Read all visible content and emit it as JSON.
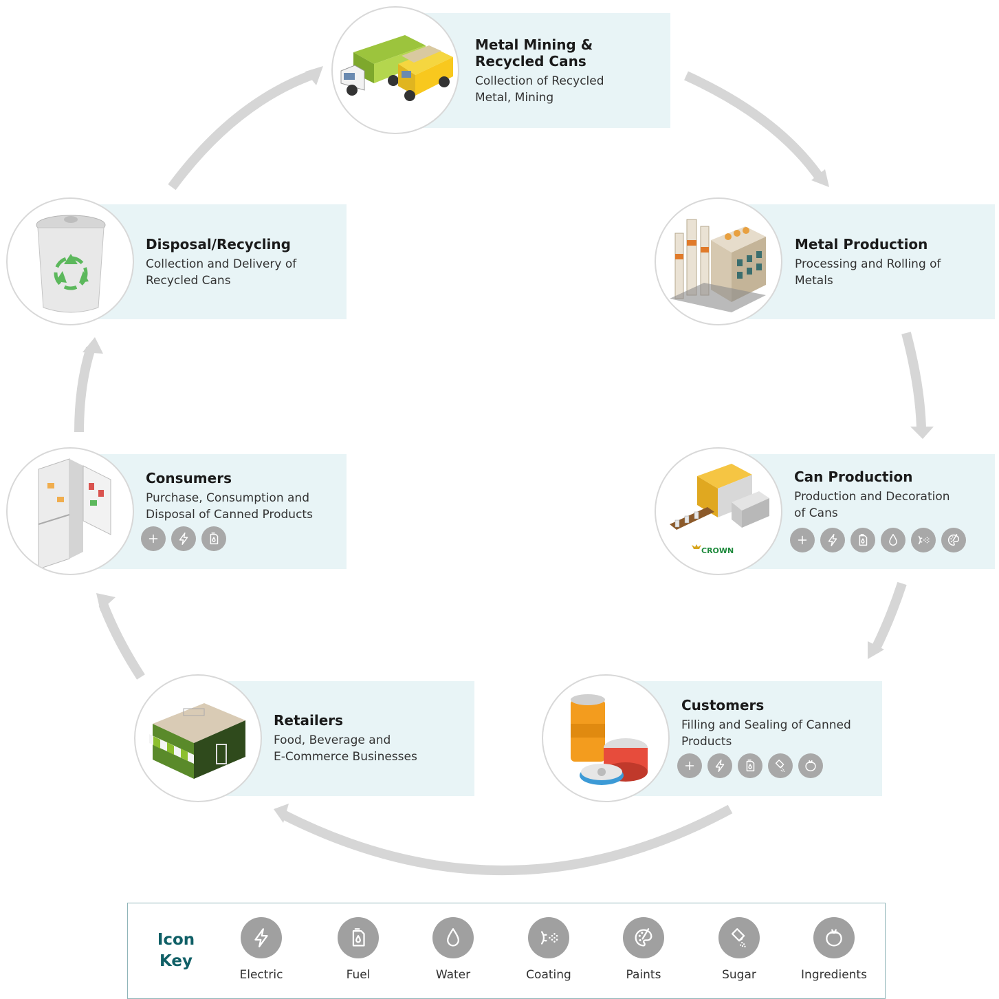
{
  "stages": {
    "mining": {
      "title_line1": "Metal Mining &",
      "title_line2": "Recycled Cans",
      "desc_line1": "Collection of Recycled",
      "desc_line2": "Metal, Mining"
    },
    "metal_production": {
      "title": "Metal Production",
      "desc_line1": "Processing and Rolling of",
      "desc_line2": "Metals"
    },
    "can_production": {
      "title": "Can Production",
      "desc_line1": "Production and Decoration",
      "desc_line2": "of Cans",
      "logo_text": "CROWN",
      "icons": [
        "plus-icon",
        "electric-icon",
        "fuel-icon",
        "water-icon",
        "coating-icon",
        "paints-icon"
      ]
    },
    "customers": {
      "title": "Customers",
      "desc_line1": "Filling and Sealing of Canned",
      "desc_line2": "Products",
      "icons": [
        "plus-icon",
        "electric-icon",
        "fuel-icon",
        "sugar-icon",
        "ingredients-icon"
      ]
    },
    "retailers": {
      "title": "Retailers",
      "desc_line1": "Food, Beverage and",
      "desc_line2": "E-Commerce Businesses"
    },
    "consumers": {
      "title": "Consumers",
      "desc_line1": "Purchase, Consumption and",
      "desc_line2": "Disposal of Canned Products",
      "icons": [
        "plus-icon",
        "electric-icon",
        "fuel-icon"
      ]
    },
    "disposal": {
      "title": "Disposal/Recycling",
      "desc_line1": "Collection and Delivery of",
      "desc_line2": "Recycled Cans"
    }
  },
  "icon_key": {
    "title_line1": "Icon",
    "title_line2": "Key",
    "items": [
      {
        "icon": "electric-icon",
        "label": "Electric"
      },
      {
        "icon": "fuel-icon",
        "label": "Fuel"
      },
      {
        "icon": "water-icon",
        "label": "Water"
      },
      {
        "icon": "coating-icon",
        "label": "Coating"
      },
      {
        "icon": "paints-icon",
        "label": "Paints"
      },
      {
        "icon": "sugar-icon",
        "label": "Sugar"
      },
      {
        "icon": "ingredients-icon",
        "label": "Ingredients"
      }
    ]
  },
  "colors": {
    "band": "#e8f4f6",
    "arrow": "#d6d6d6",
    "icon_bg": "#a8a8a8",
    "key_title": "#0f5f66",
    "key_border": "#8fb4b8"
  }
}
